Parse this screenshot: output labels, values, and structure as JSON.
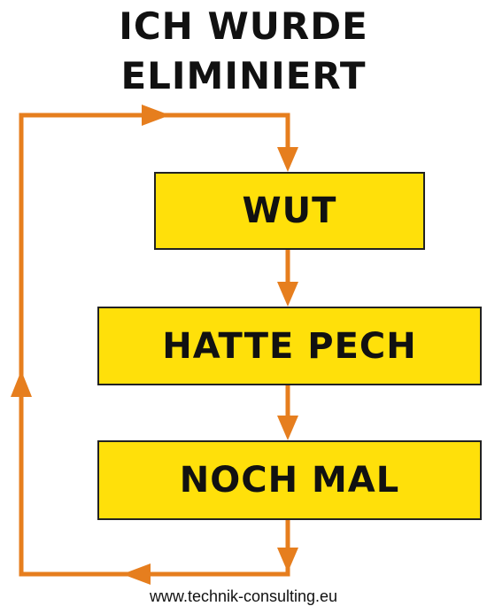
{
  "title": {
    "line1": "ICH WURDE",
    "line2": "ELIMINIERT"
  },
  "boxes": [
    {
      "label": "WUT"
    },
    {
      "label": "HATTE PECH"
    },
    {
      "label": "NOCH MAL"
    }
  ],
  "footer": "www.technik-consulting.eu",
  "colors": {
    "box_fill": "#FFE00A",
    "arrow": "#E67E1E",
    "box_border": "#222222"
  }
}
